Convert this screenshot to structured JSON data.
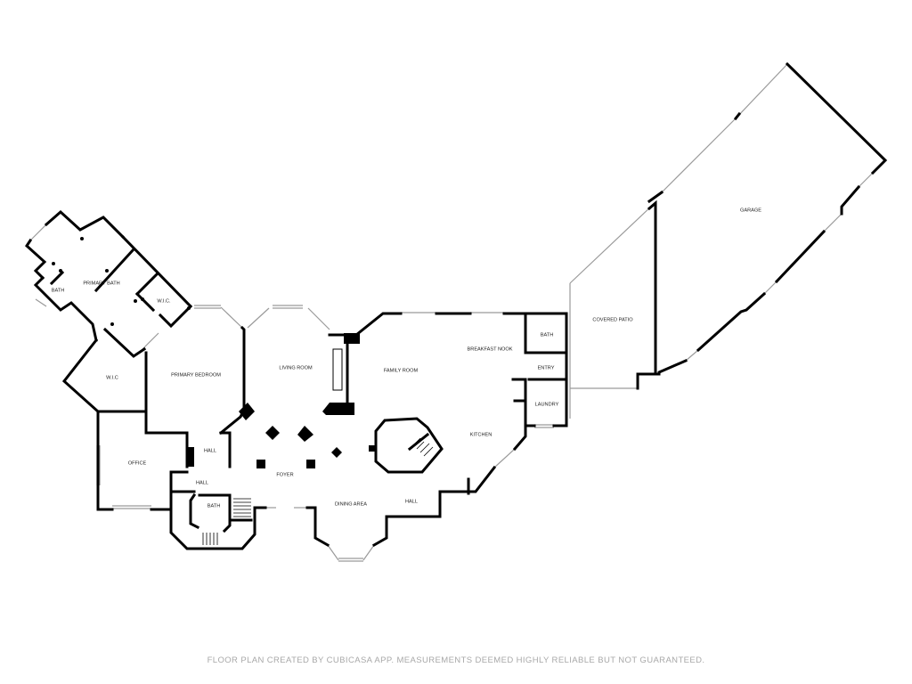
{
  "rooms": {
    "bath_left": "BATH",
    "primary_bath": "PRIMARY BATH",
    "wic_upper": "W.I.C.",
    "wic_lower": "W.I.C",
    "primary_bedroom": "PRIMARY BEDROOM",
    "living_room": "LIVING ROOM",
    "family_room": "FAMILY ROOM",
    "breakfast_nook": "BREAKFAST NOOK",
    "bath_right": "BATH",
    "entry": "ENTRY",
    "laundry": "LAUNDRY",
    "kitchen": "KITCHEN",
    "office": "OFFICE",
    "hall_upper": "HALL",
    "hall_left": "HALL",
    "foyer": "FOYER",
    "bath_stair": "BATH",
    "dining_area": "DINING AREA",
    "hall_right": "HALL",
    "covered_patio": "COVERED PATIO",
    "garage": "GARAGE"
  },
  "footer_text": "FLOOR PLAN CREATED BY CUBICASA APP. MEASUREMENTS DEEMED HIGHLY RELIABLE BUT NOT GUARANTEED.",
  "colors": {
    "wall": "#000000",
    "window": "#9a9a9a",
    "label": "#222222",
    "footer": "#a8a8a8"
  }
}
